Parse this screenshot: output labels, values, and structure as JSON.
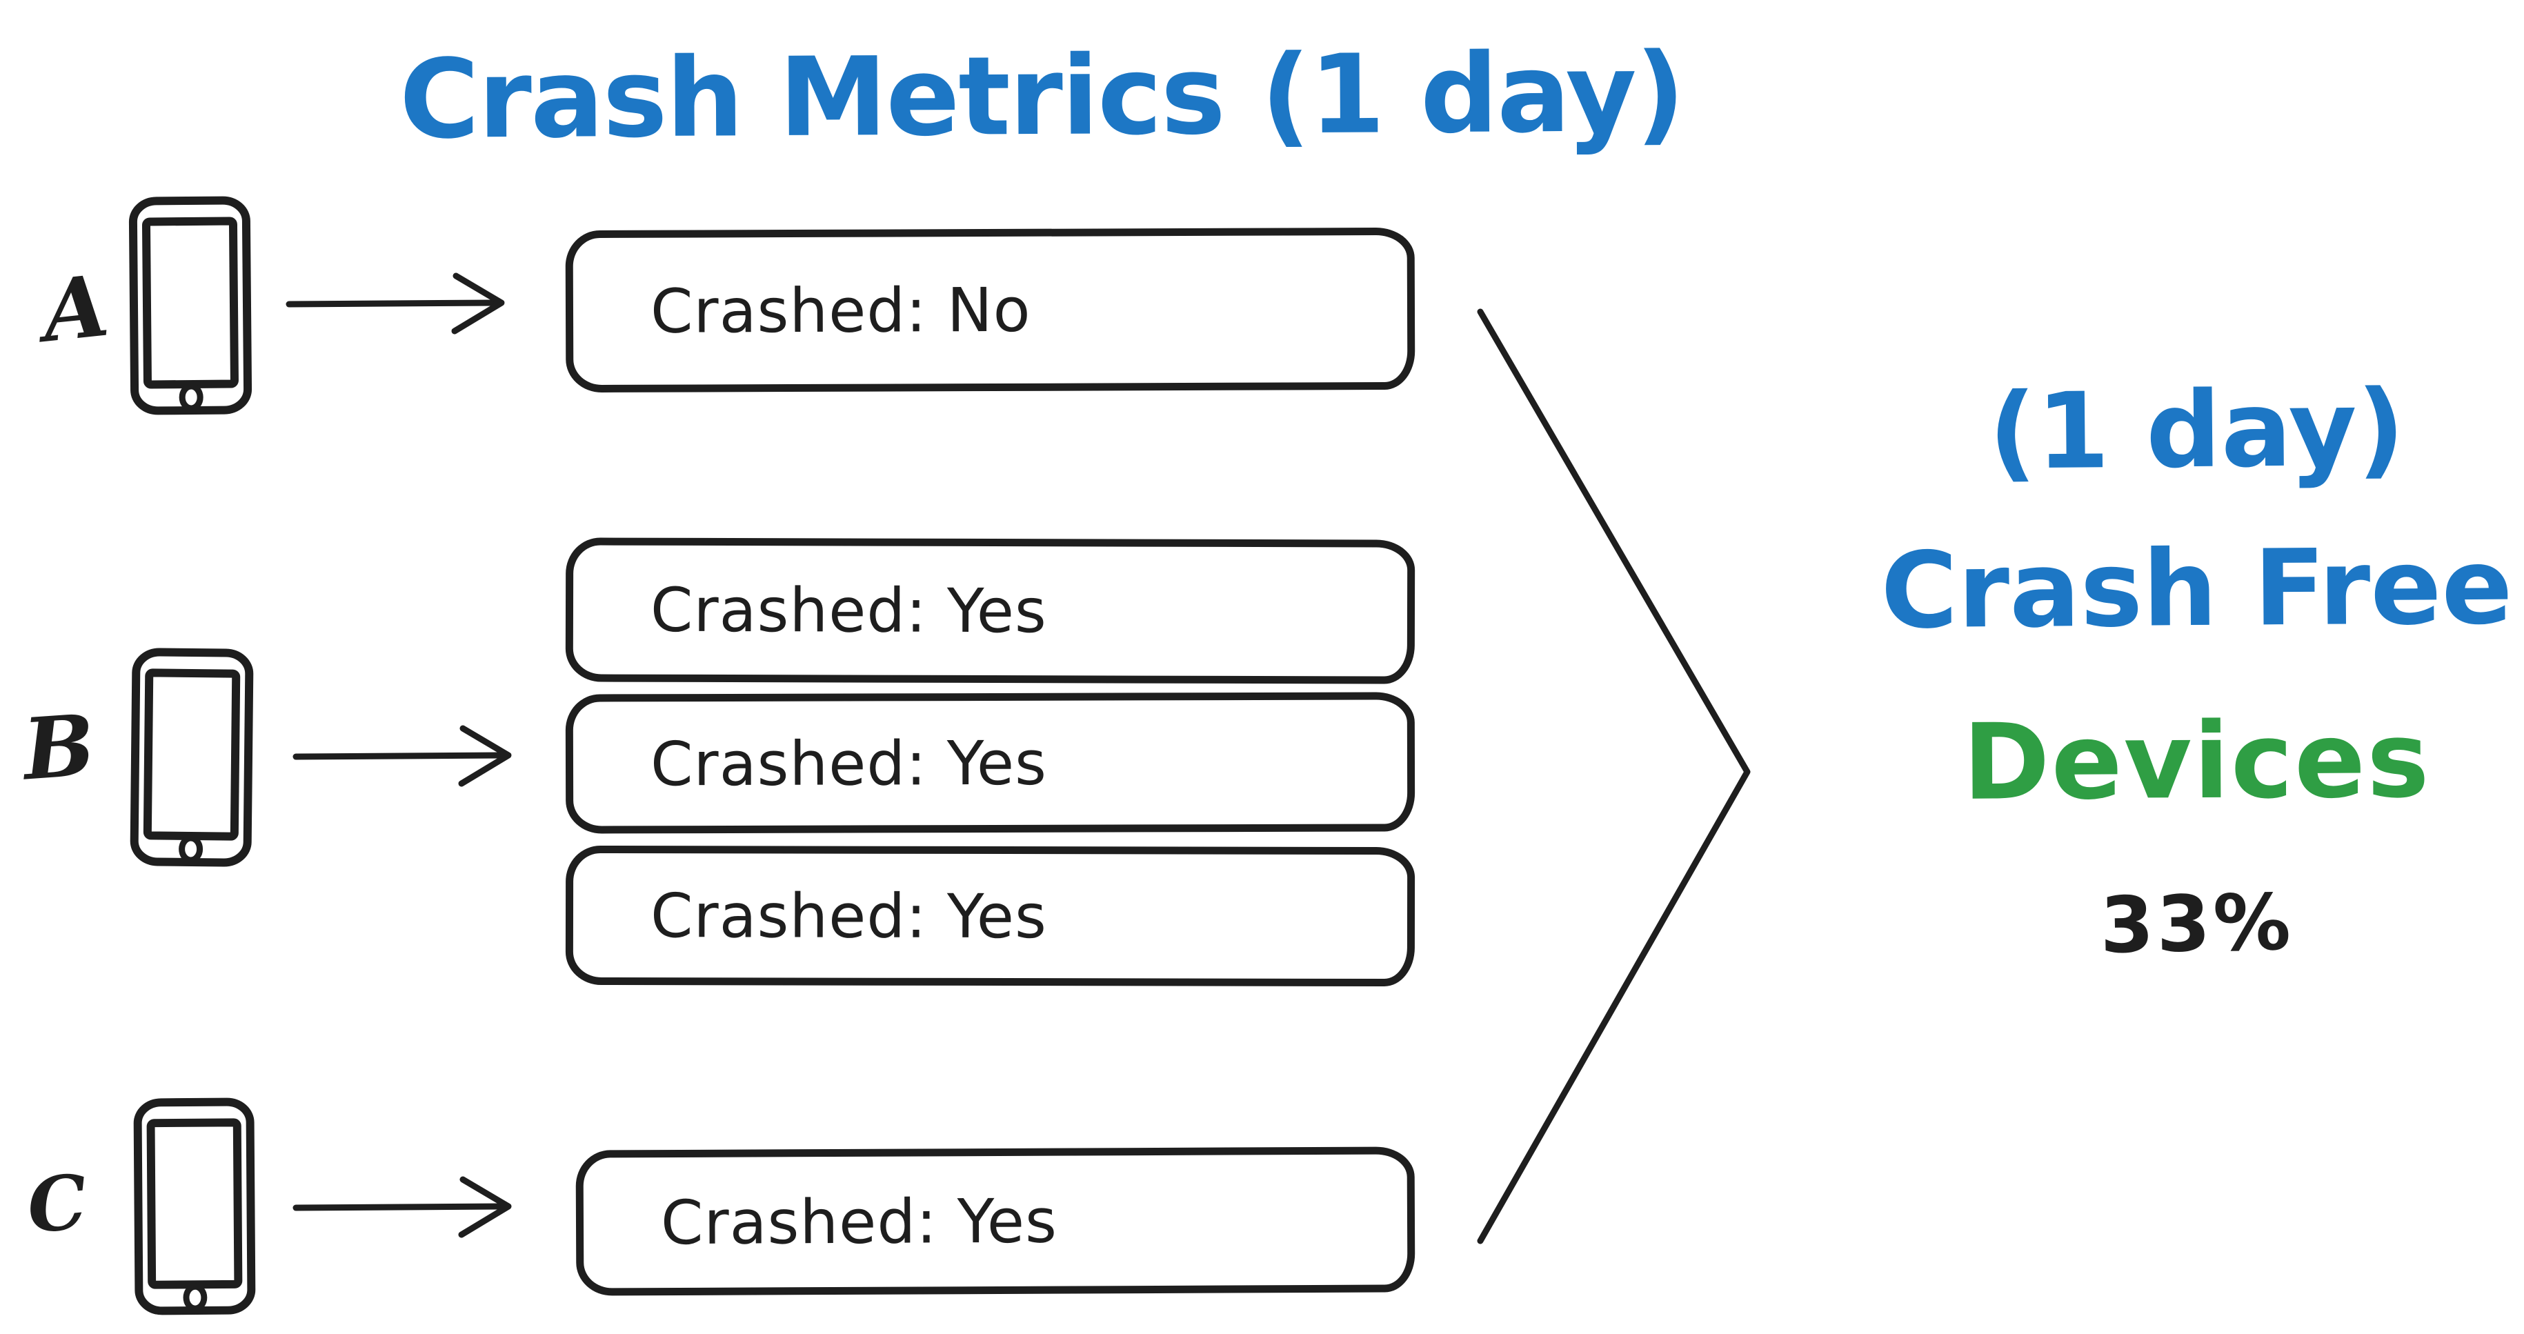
{
  "title": {
    "text": "Crash Metrics (1 day)"
  },
  "colors": {
    "ink": "#1e1e1e",
    "blue": "#1d77c5",
    "green": "#2f9e44",
    "canvas_bg": "#ffffff"
  },
  "devices": [
    {
      "label": "A",
      "icon": "phone-icon",
      "events": [
        {
          "text": "Crashed: No"
        }
      ]
    },
    {
      "label": "B",
      "icon": "phone-icon",
      "events": [
        {
          "text": "Crashed: Yes"
        },
        {
          "text": "Crashed: Yes"
        },
        {
          "text": "Crashed: Yes"
        }
      ]
    },
    {
      "label": "C",
      "icon": "phone-icon",
      "events": [
        {
          "text": "Crashed: Yes"
        }
      ]
    }
  ],
  "result": {
    "period": "(1 day)",
    "metric_line1": "Crash Free",
    "metric_line2": "Devices",
    "value": "33%"
  },
  "icons": {
    "device": "phone-icon",
    "flow": "arrow-right-icon",
    "aggregate": "merge-chevron-icon"
  }
}
